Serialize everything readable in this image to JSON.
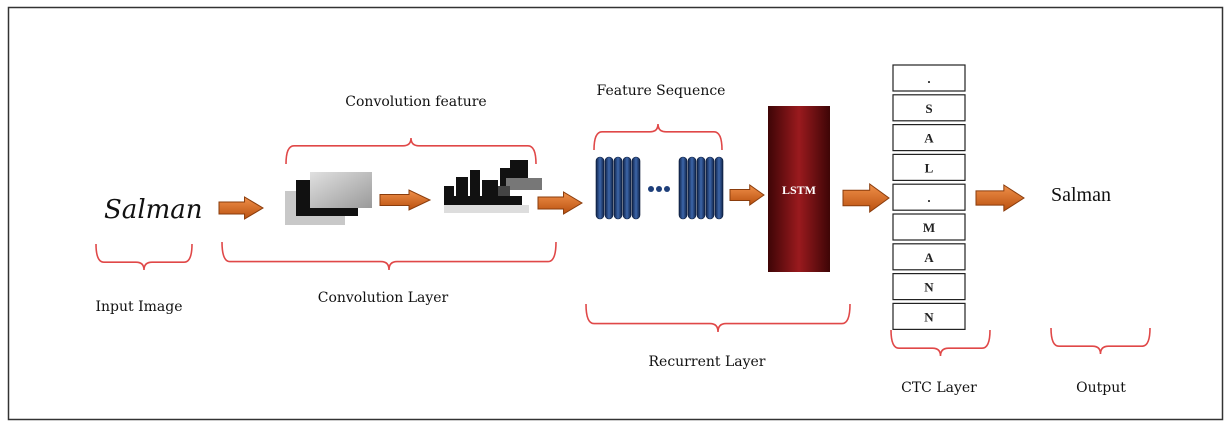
{
  "diagram": {
    "input_word": "Salman",
    "labels": {
      "convolution_feature": "Convolution feature",
      "feature_sequence": "Feature Sequence",
      "input_image": "Input Image",
      "convolution_layer": "Convolution Layer",
      "recurrent_layer": "Recurrent Layer",
      "ctc_layer": "CTC  Layer",
      "output": "Output"
    },
    "lstm_label": "LSTM",
    "ctc_cells": [
      ".",
      "S",
      "A",
      "L",
      ".",
      "M",
      "A",
      "N",
      "N"
    ],
    "output_word": "Salman",
    "colors": {
      "brace": "#e04848",
      "arrow": "#d9691e",
      "arrow_border": "#8a3c0c",
      "lstm": "#7a0f12",
      "sequence_bars": "#1e3f7a",
      "frame": "#333333"
    }
  }
}
